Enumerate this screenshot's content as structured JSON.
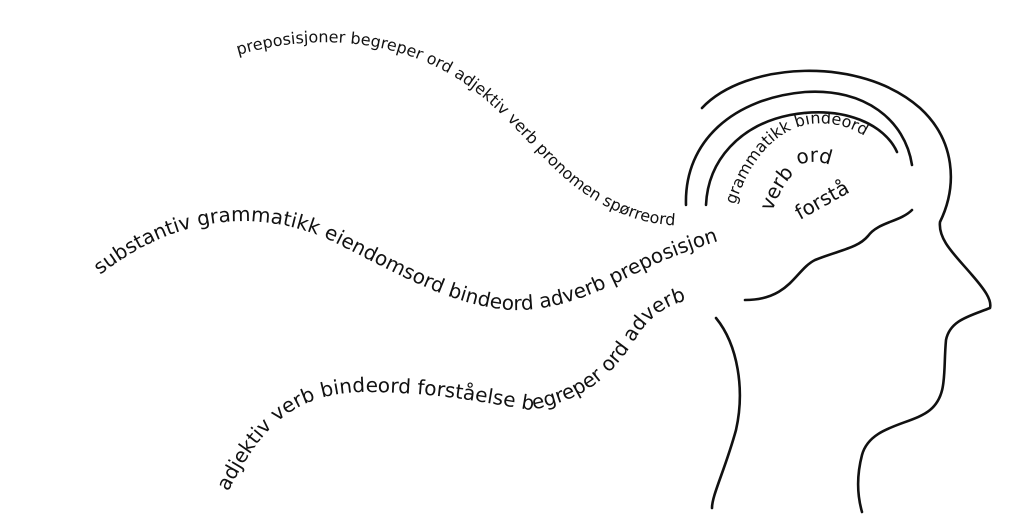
{
  "ribbons": [
    {
      "id": "top",
      "text": "preposisjoner begreper  ord  adjektiv verb  pronomen  spørreord"
    },
    {
      "id": "middle",
      "text": "substantiv grammatikk  eiendomsord  bindeord  adverb preposisjon"
    },
    {
      "id": "bottom",
      "text": "adjektiv  verb bindeord forståelse  begreper ord  adverb"
    }
  ],
  "brain_words": {
    "arc": "grammatikk  bindeord",
    "verb": "verb",
    "ord": "ord",
    "forsta": "forstå"
  },
  "colors": {
    "ink": "#111111",
    "background": "#ffffff"
  }
}
